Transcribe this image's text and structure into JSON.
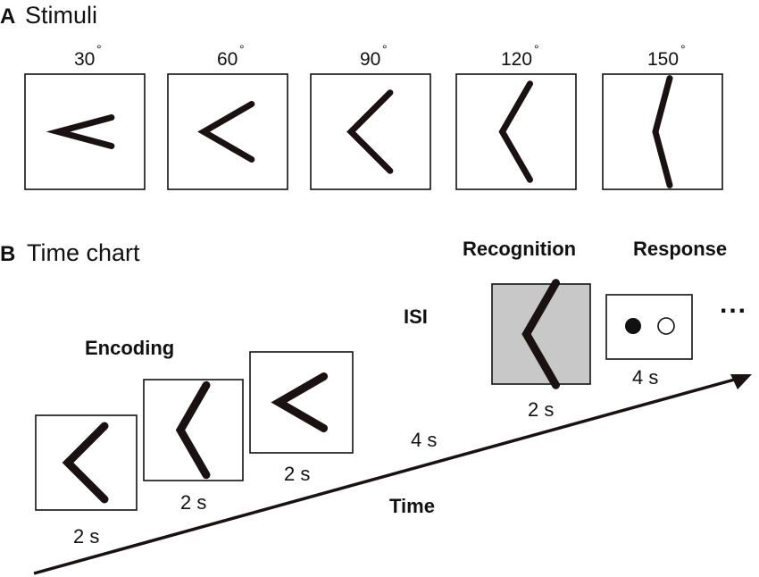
{
  "panel_a": {
    "letter": "A",
    "title": "Stimuli",
    "degree_symbol": "°",
    "stimuli": [
      {
        "angle": "30",
        "degrees": 30
      },
      {
        "angle": "60",
        "degrees": 60
      },
      {
        "angle": "90",
        "degrees": 90
      },
      {
        "angle": "120",
        "degrees": 120
      },
      {
        "angle": "150",
        "degrees": 150
      }
    ]
  },
  "panel_b": {
    "letter": "B",
    "title": "Time chart",
    "encoding_label": "Encoding",
    "isi_label": "ISI",
    "recognition_label": "Recognition",
    "response_label": "Response",
    "time_label": "Time",
    "encoding_stimuli": [
      {
        "duration": "2 s",
        "degrees": 90
      },
      {
        "duration": "2 s",
        "degrees": 120
      },
      {
        "duration": "2 s",
        "degrees": 60
      }
    ],
    "isi_duration": "4 s",
    "recognition_stimulus": {
      "duration": "2 s",
      "degrees": 120
    },
    "response_duration": "4 s",
    "response_options": [
      "filled-circle",
      "open-circle"
    ],
    "continuation": "..."
  },
  "colors": {
    "stroke": "#1a1212",
    "recognition_fill": "#c8c8c8"
  }
}
